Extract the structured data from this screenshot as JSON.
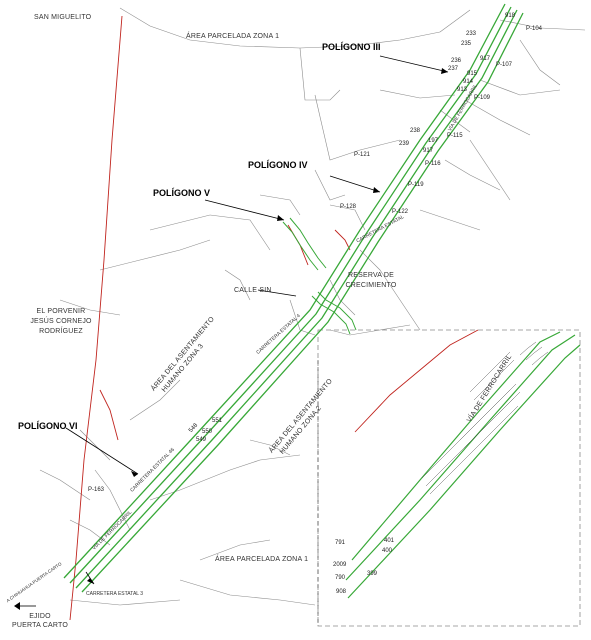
{
  "labels": {
    "san_miguelito": "SAN MIGUELITO",
    "area_parcelada_top": "ÁREA PARCELADA ZONA 1",
    "area_parcelada_bottom": "ÁREA PARCELADA ZONA 1",
    "el_porvenir_1": "EL PORVENIR",
    "el_porvenir_2": "JESÚS CORNEJO",
    "el_porvenir_3": "RODRÍGUEZ",
    "asentamiento_3_1": "ÁREA DEL ASENTAMIENTO",
    "asentamiento_3_2": "HUMANO ZONA 3",
    "asentamiento_2_1": "ÁREA DEL ASENTAMIENTO",
    "asentamiento_2_2": "HUMANO ZONA 2",
    "reserva_1": "RESERVA DE",
    "reserva_2": "CRECIMIENTO",
    "calle_sin": "CALLE SIN",
    "via_ferrocarril_inset": "VÍA DE FERROCARRIL",
    "via_ferrocarril_top": "VÍA DE FERROCARRIL",
    "via_ferrocarril_bottom": "VÍA DE FERROCARRIL",
    "carretera_estatal_top": "CARRETERA ESTATAL",
    "carretera_estatal_bottom": "CARRETERA ESTATAL 3",
    "carretera_mid_1": "CARRETERA ESTATAL 4",
    "carretera_mid_2": "CARRETERA ESTATAL 46",
    "ejido_1": "EJIDO",
    "ejido_2": "PUERTA CARTO",
    "ramal": "A CHIHUAHUA PUERTA CARTO"
  },
  "polygons": {
    "iii": "POLÍGONO III",
    "iv": "POLÍGONO IV",
    "v": "POLÍGONO V",
    "vi": "POLÍGONO VI"
  },
  "parcels": {
    "p104": "P-104",
    "p107": "P-107",
    "p109": "P-109",
    "p115": "P-115",
    "p116": "P-116",
    "p119": "P-119",
    "p121": "P-121",
    "p122": "P-122",
    "p128": "P-128",
    "p163": "P-163"
  },
  "stations": {
    "s918": "918",
    "s233": "233",
    "s235": "235",
    "s236": "236",
    "s237": "237",
    "s917a": "917",
    "s915": "915",
    "s914": "914",
    "s913": "913",
    "s238": "238",
    "s239": "239",
    "s197": "197",
    "s917b": "917",
    "s551": "551",
    "s550": "550",
    "s549": "549",
    "s548": "548",
    "s791": "791",
    "s401": "401",
    "s400": "400",
    "s2009": "2009",
    "s790": "790",
    "s399": "399",
    "s908": "908"
  }
}
